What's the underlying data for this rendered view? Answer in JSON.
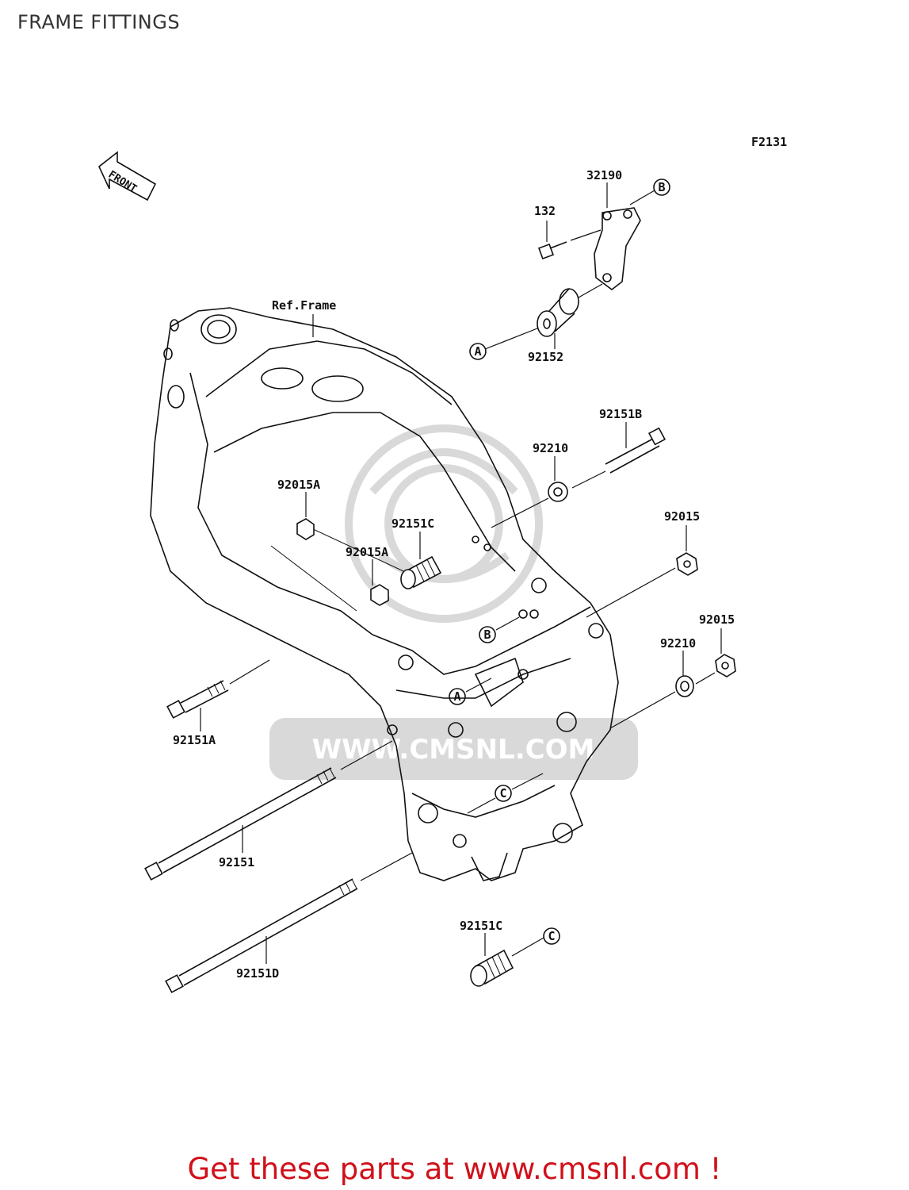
{
  "page_title": "FRAME FITTINGS",
  "figure_code": "F2131",
  "front_arrow_label": "FRONT",
  "reference_label": "Ref.Frame",
  "watermark_text": "WWW.CMSNL.COM",
  "footer_cta": "Get these parts at www.cmsnl.com !",
  "colors": {
    "footer_text": "#d0101a",
    "ink": "#111111",
    "watermark": "#d9d9d9"
  },
  "callouts": {
    "p32190": "32190",
    "p132": "132",
    "p92152": "92152",
    "p92151B": "92151B",
    "p92210_top": "92210",
    "p92015A_1": "92015A",
    "p92151C_top": "92151C",
    "p92015A_2": "92015A",
    "p92015_1": "92015",
    "p92015_2": "92015",
    "p92210_bottom": "92210",
    "p92151A": "92151A",
    "p92151": "92151",
    "p92151D": "92151D",
    "p92151C_bottom": "92151C"
  },
  "markers": {
    "b_top": "B",
    "a_top": "A",
    "b_frame": "B",
    "a_frame": "A",
    "c_frame": "C",
    "c_bottom": "C"
  }
}
